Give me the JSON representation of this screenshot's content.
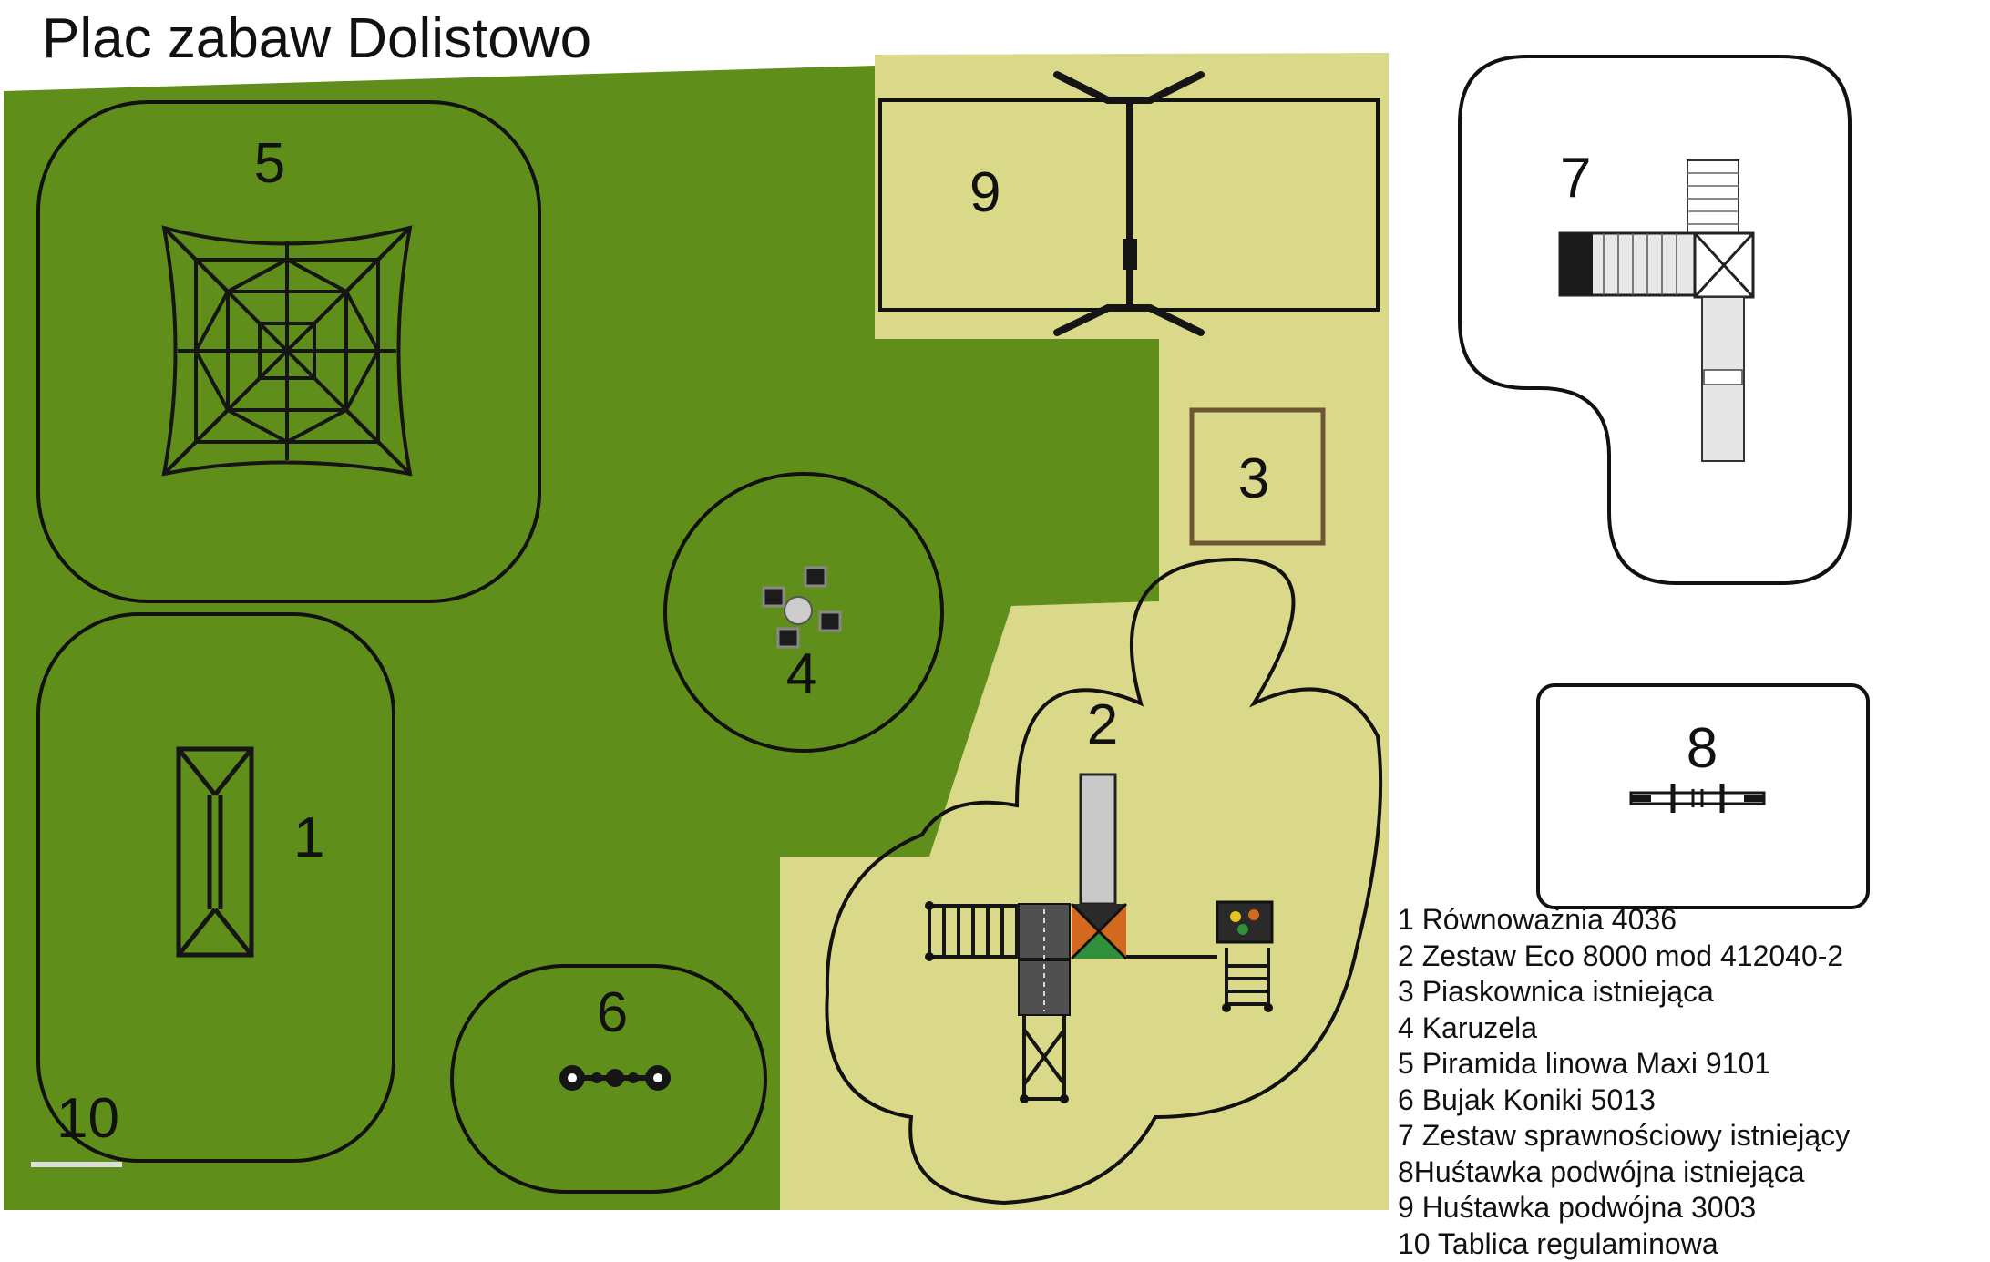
{
  "title": "Plac zabaw Dolistowo",
  "labels": {
    "n1": "1",
    "n2": "2",
    "n3": "3",
    "n4": "4",
    "n5": "5",
    "n6": "6",
    "n7": "7",
    "n8": "8",
    "n9": "9",
    "n10": "10"
  },
  "legend": [
    "1 Równoważnia 4036",
    "2 Zestaw Eco 8000 mod 412040-2",
    "3 Piaskownica istniejąca",
    "4 Karuzela",
    "5 Piramida linowa Maxi 9101",
    "6 Bujak Koniki 5013",
    "7 Zestaw sprawnościowy istniejący",
    "8Huśtawka podwójna istniejąca",
    "9 Huśtawka podwójna 3003",
    "10 Tablica regulaminowa"
  ],
  "colors": {
    "grass": "#5f8e1b",
    "sand": "#dad98a",
    "outline": "#111111",
    "sandbox_frame": "#6b5532"
  }
}
